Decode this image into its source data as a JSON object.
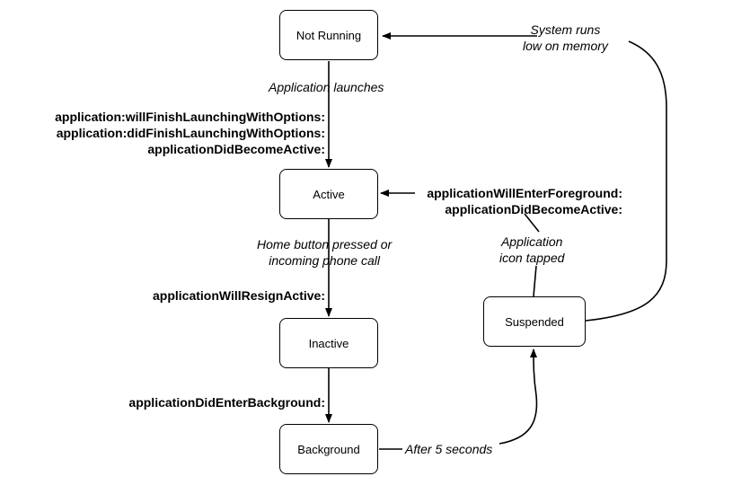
{
  "states": {
    "not_running": "Not Running",
    "active": "Active",
    "inactive": "Inactive",
    "background": "Background",
    "suspended": "Suspended"
  },
  "transitions": {
    "app_launches": "Application launches",
    "launch_callbacks": [
      "application:willFinishLaunchingWithOptions:",
      "application:didFinishLaunchingWithOptions:",
      "applicationDidBecomeActive:"
    ],
    "home_pressed": [
      "Home button pressed or",
      "incoming phone call"
    ],
    "will_resign": "applicationWillResignActive:",
    "did_enter_background": "applicationDidEnterBackground:",
    "after_5s": "After 5 seconds",
    "icon_tapped": [
      "Application",
      "icon tapped"
    ],
    "foreground_callbacks": [
      "applicationWillEnterForeground:",
      "applicationDidBecomeActive:"
    ],
    "low_memory": [
      "System runs",
      "low on memory"
    ]
  }
}
